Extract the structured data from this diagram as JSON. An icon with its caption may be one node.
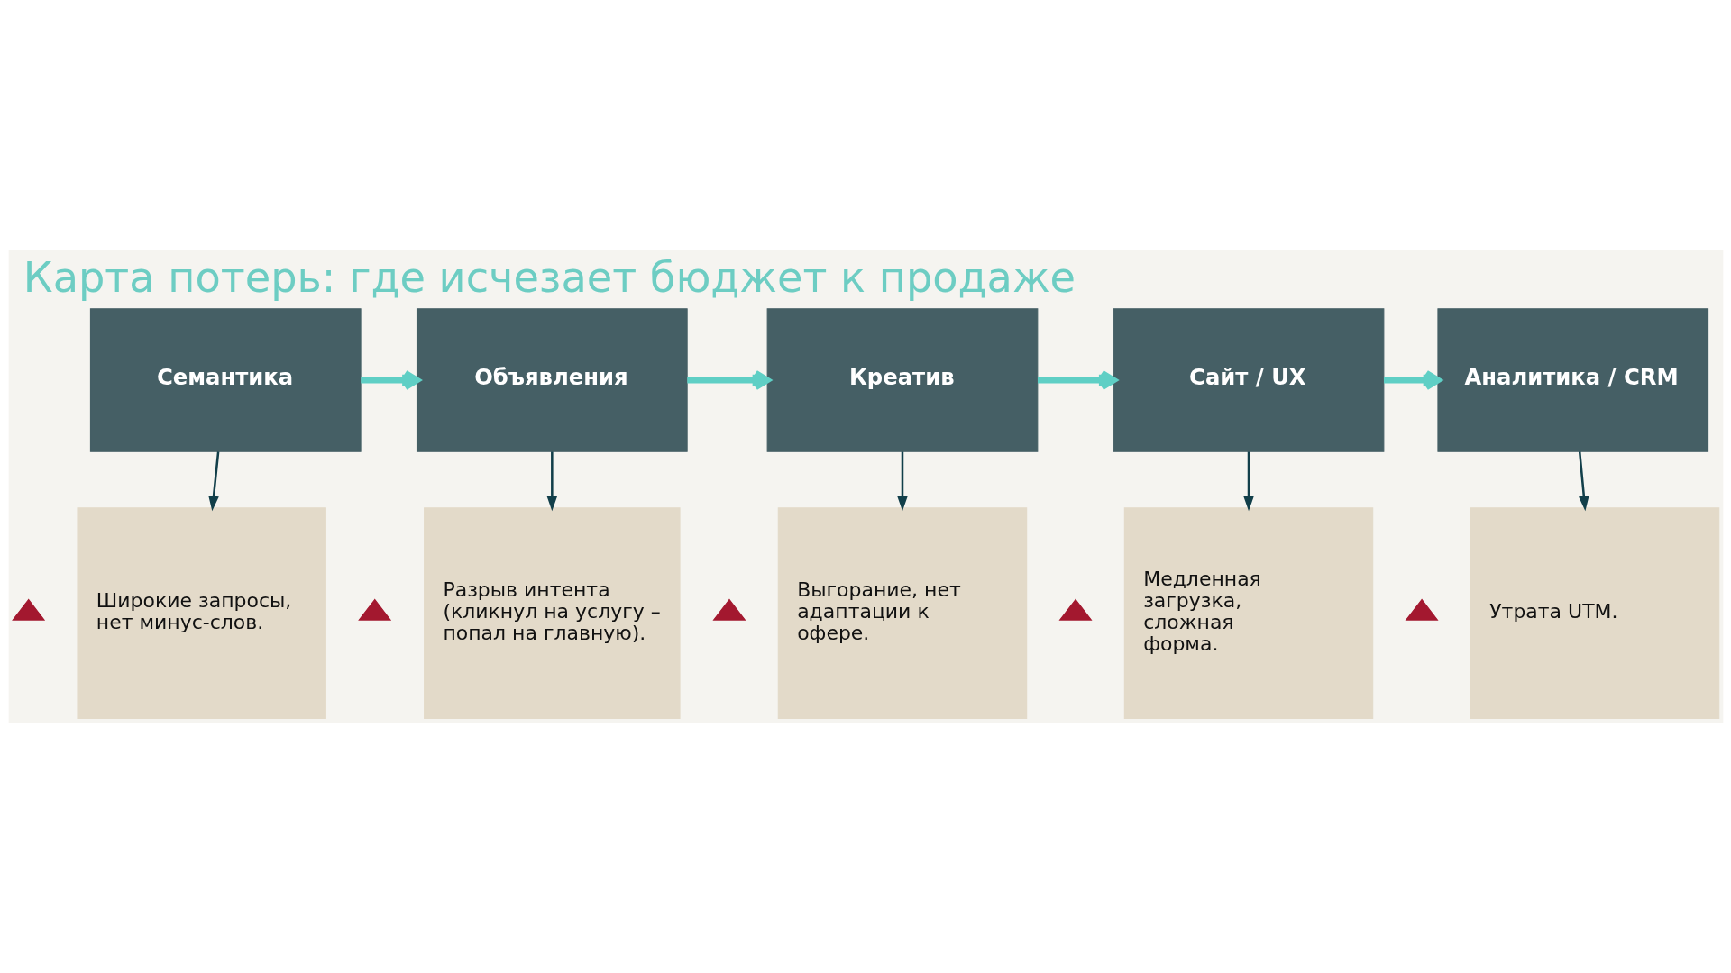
{
  "diagram": {
    "title": "Карта потерь: где исчезает бюджет к продаже",
    "nodes": [
      {
        "text": [
          "Семантика"
        ]
      },
      {
        "text": [
          "Объявления"
        ]
      },
      {
        "text": [
          "Креатив"
        ]
      },
      {
        "text": [
          "Сайт / UX"
        ]
      },
      {
        "text": [
          "Аналитика / CRM"
        ]
      },
      {
        "text": [
          "Широкие запросы, нет минус-слов."
        ]
      },
      {
        "text": [
          "Разрыв интента (кликнул на услугу – попал на главную)."
        ]
      },
      {
        "text": [
          "Выгорание, нет адаптации к офере."
        ]
      },
      {
        "text": [
          "Медленная загрузка, сложная форма."
        ]
      },
      {
        "text": [
          "Утрата UTM."
        ]
      }
    ],
    "edges": [
      {
        "from": 0,
        "to": 1,
        "arrow": "to",
        "style": "thick",
        "color": "#5fcfc5"
      },
      {
        "from": 1,
        "to": 2,
        "arrow": "to",
        "style": "thick",
        "color": "#5fcfc5"
      },
      {
        "from": 2,
        "to": 3,
        "arrow": "to",
        "style": "thick",
        "color": "#5fcfc5"
      },
      {
        "from": 3,
        "to": 4,
        "arrow": "to",
        "style": "thick",
        "color": "#5fcfc5"
      },
      {
        "from": 0,
        "to": 5,
        "arrow": "to"
      },
      {
        "from": 1,
        "to": 6,
        "arrow": "to"
      },
      {
        "from": 2,
        "to": 7,
        "arrow": "to"
      },
      {
        "from": 3,
        "to": 8,
        "arrow": "to"
      },
      {
        "from": 4,
        "to": 9,
        "arrow": "to"
      }
    ]
  }
}
